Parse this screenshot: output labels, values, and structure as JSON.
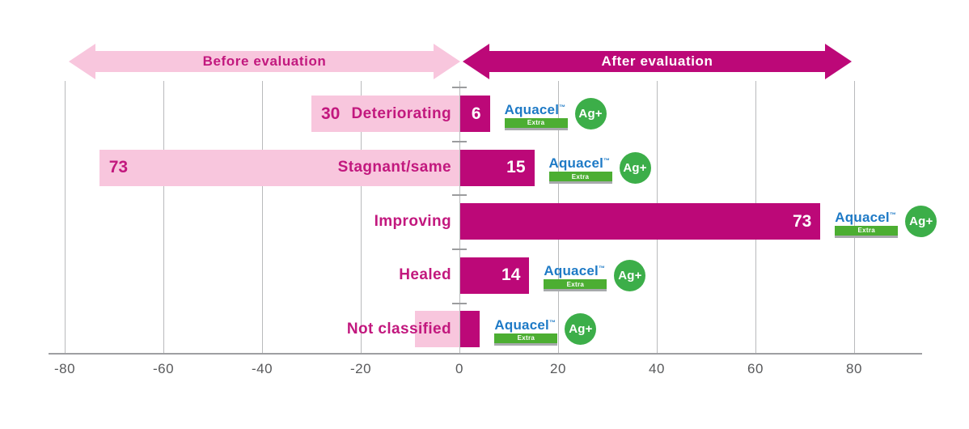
{
  "arrows": {
    "before": "Before evaluation",
    "after": "After evaluation"
  },
  "chart_data": {
    "type": "bar",
    "orientation": "horizontal-diverging",
    "title": "",
    "categories": [
      "Deteriorating",
      "Stagnant/same",
      "Improving",
      "Healed",
      "Not classified"
    ],
    "series": [
      {
        "name": "Before evaluation",
        "side": "left",
        "color": "#f8c6dd",
        "values": [
          30,
          73,
          0,
          0,
          9
        ],
        "labels": [
          "30",
          "73",
          "",
          "",
          ""
        ]
      },
      {
        "name": "After evaluation",
        "side": "right",
        "color": "#bc0878",
        "values": [
          6,
          15,
          73,
          14,
          4
        ],
        "labels": [
          "6",
          "15",
          "73",
          "14",
          ""
        ]
      }
    ],
    "x_axis": {
      "min": -80,
      "max": 80,
      "ticks": [
        -80,
        -60,
        -40,
        -20,
        0,
        20,
        40,
        60,
        80
      ]
    },
    "grid": true,
    "legend_position": "top-arrows"
  },
  "logo": {
    "brand": "Aquacel",
    "trademark": "™",
    "banner": "Extra",
    "badge": "Ag+"
  },
  "colors": {
    "pink": "#f8c6dd",
    "magenta": "#bc0878",
    "label_magenta": "#c2187e",
    "logo_blue": "#1e7ac6",
    "banner_green": "#4cae32",
    "badge_green": "#3cae49",
    "tick_text": "#58595b"
  }
}
